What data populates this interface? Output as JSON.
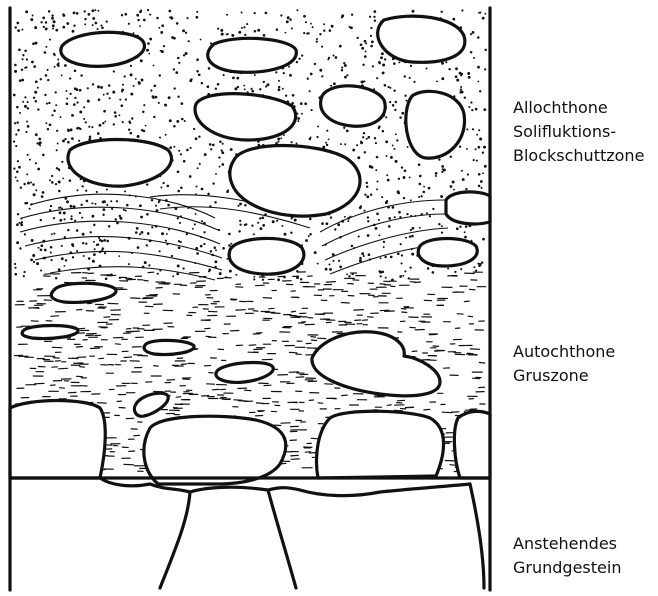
{
  "zones": [
    {
      "id": "blockschutt",
      "lines": [
        "Allochthone",
        "Solifluktions-",
        "Blockschuttzone"
      ]
    },
    {
      "id": "gruszone",
      "lines": [
        "Autochthone",
        "Gruszone"
      ]
    },
    {
      "id": "grundgestein",
      "lines": [
        "Anstehendes",
        "Grundgestein"
      ]
    }
  ],
  "style": {
    "ink": "#111111",
    "paper": "#ffffff"
  }
}
